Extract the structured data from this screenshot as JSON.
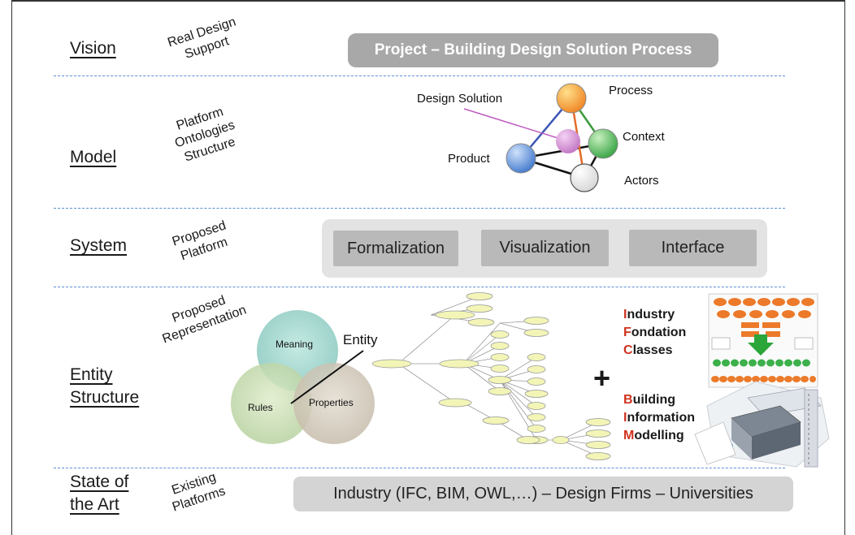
{
  "levels": {
    "vision": "Vision",
    "model": "Model",
    "system": "System",
    "entity_line1": "Entity",
    "entity_line2": "Structure",
    "state_line1": "State of",
    "state_line2": "the Art"
  },
  "descriptors": {
    "vision": [
      "Real Design",
      "Support"
    ],
    "model": [
      "Platform",
      "Ontologies",
      "Structure"
    ],
    "system": [
      "Proposed",
      "Platform"
    ],
    "entity": [
      "Proposed",
      "Representation"
    ],
    "state": [
      "Existing",
      "Platforms"
    ]
  },
  "vision_banner": "Project – Building Design Solution Process",
  "model_diagram": {
    "design_solution": "Design Solution",
    "process": "Process",
    "context": "Context",
    "product": "Product",
    "actors": "Actors",
    "colors": {
      "process": "#f5a73a",
      "context": "#6cc26c",
      "product": "#6f9fd8",
      "design_solution": "#d999d9",
      "actors": "#f2f2f2"
    }
  },
  "system_boxes": [
    "Formalization",
    "Visualization",
    "Interface"
  ],
  "entity_venn": {
    "meaning": "Meaning",
    "rules": "Rules",
    "properties": "Properties",
    "entity": "Entity"
  },
  "plus": "+",
  "ifc": {
    "lines": [
      {
        "initial": "I",
        "rest": "ndustry"
      },
      {
        "initial": "F",
        "rest": "ondation"
      },
      {
        "initial": "C",
        "rest": "lasses"
      }
    ]
  },
  "bim": {
    "lines": [
      {
        "initial": "B",
        "rest": "uilding"
      },
      {
        "initial": "I",
        "rest": "nformation"
      },
      {
        "initial": "M",
        "rest": "odelling"
      }
    ]
  },
  "state_banner": "Industry (IFC, BIM, OWL,…) – Design Firms – Universities"
}
